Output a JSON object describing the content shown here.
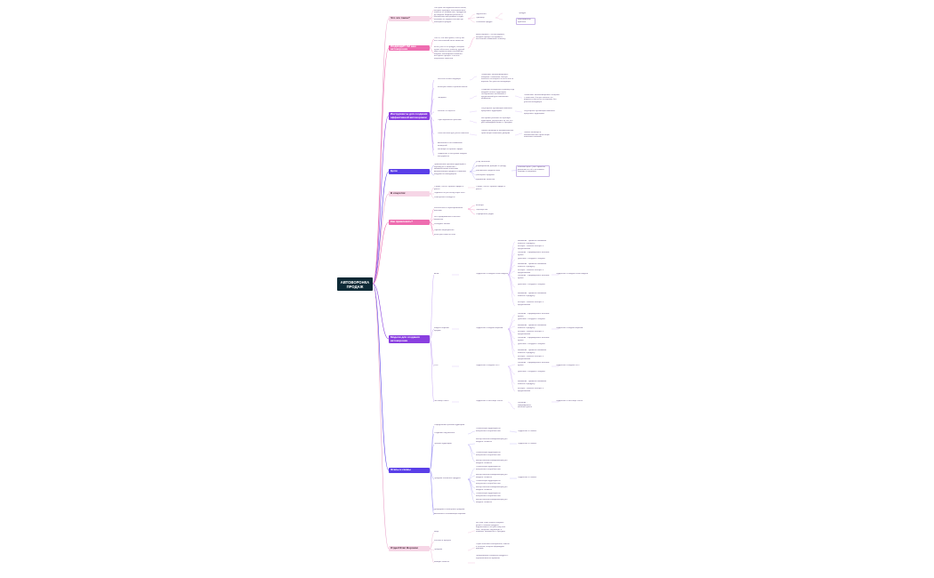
{
  "root": {
    "title": "АВТОВОРОНКА ПРОДАЖ"
  },
  "topics": [
    {
      "id": "t1",
      "label": "Что это такое?",
      "style": "light"
    },
    {
      "id": "t2",
      "label": "ПОДХОДИТ ЛИ вам автоворонка",
      "style": "pink"
    },
    {
      "id": "t3",
      "label": "Инструменты для создания эффективной автоворонки",
      "style": "purple"
    },
    {
      "id": "t4",
      "label": "Цели",
      "style": "blue"
    },
    {
      "id": "t5",
      "label": "В соцсетях",
      "style": "light"
    },
    {
      "id": "t6",
      "label": "Как привлекать?",
      "style": "pink"
    },
    {
      "id": "t7",
      "label": "Модели для создания автоворонки",
      "style": "purple"
    },
    {
      "id": "t8",
      "label": "Этапы и схемы",
      "style": "blue"
    },
    {
      "id": "t9",
      "label": "Отдел/Этап Воронки",
      "style": "light"
    }
  ],
  "notes": {
    "t1a": "Это цикл последовательных шагов, которые проводят потенциального клиента от знакомства с продуктом до покупки. Воронка работает в автоматическом режиме и ведёт человека от первого касания до повторных продаж.",
    "t1b1": "Лид-магнит",
    "t1b2": "Трипваер",
    "t1b3": "Основной продукт",
    "t1c1": "Продукт",
    "t1c2": "Максимизатор прибыли",
    "t2a": "Это то, что вам нужно, если у вас есть постоянный поток клиентов",
    "t2b": "Если у вас есть продукт, который нужно объяснять клиенту, долгий цикл сделки и много касаний до покупки, автоворонка позволит выстроить процесс и отсечь нецелевых клиентов.",
    "t2c": "Ваша воронка - это инструмент, который требует настройки и постоянного внимания к клиенту.",
    "t3a": "Чат-боты и мессенджеры",
    "t3b": "Email-рассылки и цепочки писем",
    "t3c": "Лендинги",
    "t3d": "Контент в соцсетях",
    "t3e": "Таргетированная реклама",
    "t3f": "CRM-системы для учёта клиентов",
    "t3g": "Аналитика и отслеживание конверсий",
    "t3h": "Вебинары и прямые эфиры",
    "t3i": "Подробнее о настройке каждого инструмента",
    "t3n1": "Позволяют автоматизировать общение с клиентом, быстро отвечать на вопросы и вести его по воронке без участия менеджера",
    "t3n2": "Создание посадочной страницы под каждый сегмент аудитории, тестирование заголовков и предложений для повышения конверсии",
    "t3n3": "Регулярные публикации помогают прогревать аудиторию",
    "t3n4": "Настройка рекламы на целевую аудиторию, ретаргетинг на тех, кто уже взаимодействовал с брендом",
    "t3n5": "Запись вебинара и автоматическая трансляция повышают доверие",
    "t4a": "Привлечение целевой аудитории и перевод её в клиентов с минимальными затратами",
    "t4b": "Автоматизация продаж и снижение нагрузки на менеджеров",
    "t4c1": "Сбор контактов",
    "t4c2": "Формирование доверия к бренду",
    "t4c3": "Увеличение среднего чека",
    "t4c4": "Повторные продажи",
    "t4c5": "Удержание клиентов",
    "t4n": "Итоговая цель - рост прибыли компании за счёт системного подхода к продажам",
    "t5a": "Сторис, посты, прямые эфиры и рилсы",
    "t5b": "Подписка на рассылку через бота",
    "t5c": "Розыгрыши и конкурсы",
    "t6a": "Контекстная и таргетированная реклама",
    "t6b1": "Блогеры",
    "t6b2": "Партнёрства",
    "t6b3": "Сарафанное радио",
    "t6c": "SEO-продвижение и контент-маркетинг",
    "t6d": "Холодные звонки",
    "t6e": "Офлайн мероприятия",
    "t6f": "Email рассылки по базе",
    "t7a": "AIDA",
    "t7b": "Модель воронки продаж",
    "t7c": "ODC",
    "t7d": "Лестница Ханта",
    "t7n1": "Внимание - привлечь внимание клиента к продукту",
    "t7n2": "Интерес - вызвать интерес к предложению",
    "t7n3": "Желание - сформировать желание купить",
    "t7n4": "Действие - побудить к покупке",
    "t7r1": "Подробнее о каждом этапе модели",
    "t7r2": "Подробнее о модели воронки",
    "t7r3": "Подробнее о модели ODC",
    "t7r4": "Подробнее о лестнице Ханта",
    "t8a": "Определение целевой аудитории",
    "t8b": "Создание лид-магнита",
    "t8c": "Прогрев аудитории",
    "t8d": "Продажа основного продукта",
    "t8e": "Допродажи и повторные продажи",
    "t8f": "Аналитика и оптимизация воронки",
    "t8n1": "Сегментация аудитории по интересам и потребностям",
    "t8n2": "Выбор каналов коммуникации для каждого сегмента",
    "t8r": "Подробнее о схемах",
    "t9a": "Вход",
    "t9b": "Касания и прогрев",
    "t9c": "Продажа",
    "t9d": "Возврат клиента",
    "t9n1": "На этом этапе клиент впервые узнаёт о вашем продукте, подписывается на рассылку или бота, получает лид-магнит и начинает знакомство с брендом",
    "t9n2": "Серия полезных материалов, кейсов и отзывов, которые формируют доверие",
    "t9n3": "Предложение основного продукта с ограничением по времени"
  }
}
